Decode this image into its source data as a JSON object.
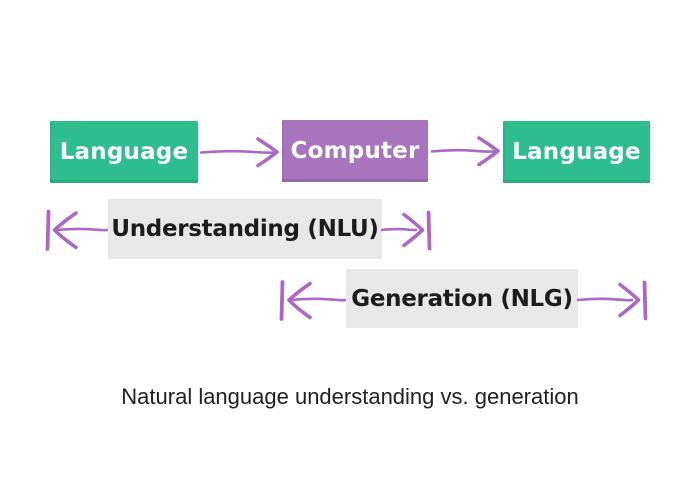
{
  "title": "Natural language understanding vs. generation",
  "flow": {
    "boxes": [
      {
        "id": "language-input",
        "label": "Language",
        "color": "#2ebd8f"
      },
      {
        "id": "computer",
        "label": "Computer",
        "color": "#a874bd"
      },
      {
        "id": "language-output",
        "label": "Language",
        "color": "#2ebd8f"
      }
    ],
    "arrows": [
      {
        "from": "language-input",
        "to": "computer",
        "direction": "right"
      },
      {
        "from": "computer",
        "to": "language-output",
        "direction": "right"
      }
    ]
  },
  "spans": [
    {
      "id": "nlu",
      "label": "Understanding (NLU)",
      "covers": "Language → Computer"
    },
    {
      "id": "nlg",
      "label": "Generation (NLG)",
      "covers": "Computer → Language"
    }
  ],
  "colors": {
    "background": "#ffffff",
    "box_green": "#2ebd8f",
    "box_purple": "#a874bd",
    "arrow_purple": "#ab68c5",
    "label_background": "#e8e8e8",
    "box_text": "#ffffff",
    "label_text": "#1c1c1c",
    "caption_text": "#212121"
  }
}
